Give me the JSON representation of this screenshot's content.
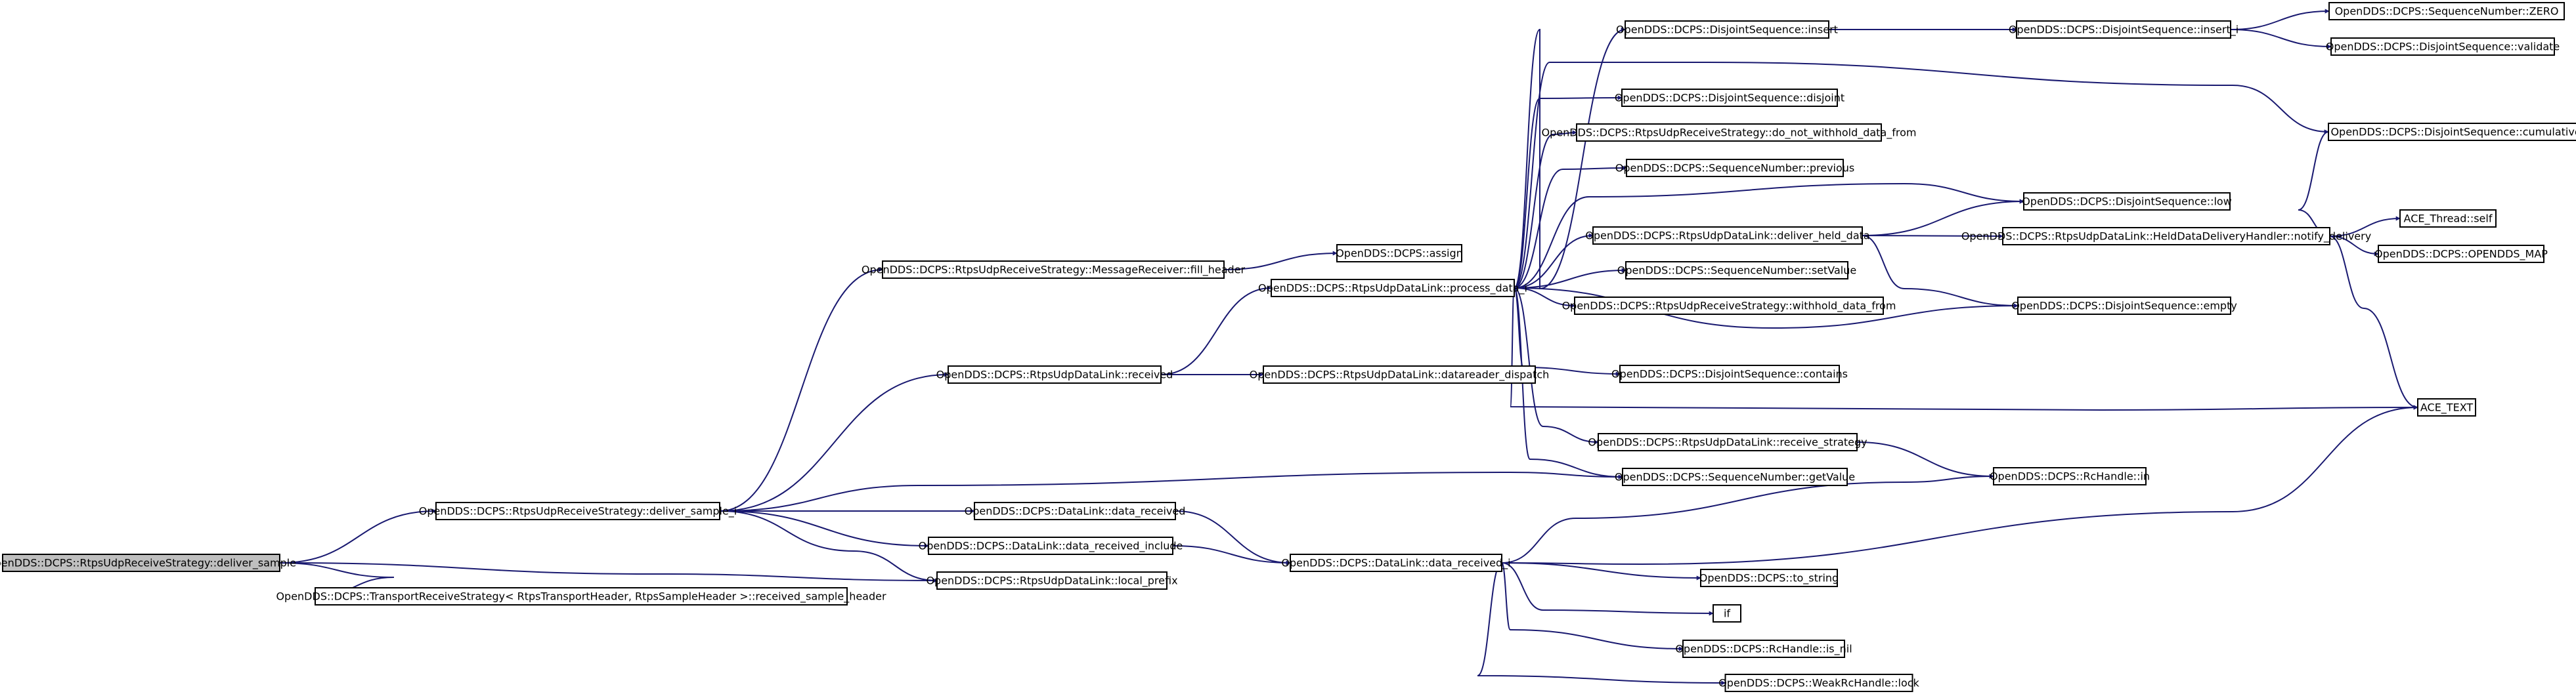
{
  "colors": {
    "edge": "#191970",
    "root_fill": "#bfbfbf",
    "node_fill": "#ffffff",
    "node_stroke": "#000000"
  },
  "nodes": [
    {
      "id": "deliver_sample",
      "label": "OpenDDS::DCPS::RtpsUdpReceiveStrategy::deliver_sample",
      "root": true
    },
    {
      "id": "received_sample_header",
      "label": "OpenDDS::DCPS::TransportReceiveStrategy< RtpsTransportHeader, RtpsSampleHeader >::received_sample_header"
    },
    {
      "id": "deliver_sample_i",
      "label": "OpenDDS::DCPS::RtpsUdpReceiveStrategy::deliver_sample_i"
    },
    {
      "id": "fill_header",
      "label": "OpenDDS::DCPS::RtpsUdpReceiveStrategy::MessageReceiver::fill_header"
    },
    {
      "id": "rtps_received",
      "label": "OpenDDS::DCPS::RtpsUdpDataLink::received"
    },
    {
      "id": "data_received",
      "label": "OpenDDS::DCPS::DataLink::data_received"
    },
    {
      "id": "data_received_include",
      "label": "OpenDDS::DCPS::DataLink::data_received_include"
    },
    {
      "id": "local_prefix",
      "label": "OpenDDS::DCPS::RtpsUdpDataLink::local_prefix"
    },
    {
      "id": "assign",
      "label": "OpenDDS::DCPS::assign"
    },
    {
      "id": "process_data_i",
      "label": "OpenDDS::DCPS::RtpsUdpDataLink::process_data_i"
    },
    {
      "id": "datareader_dispatch",
      "label": "OpenDDS::DCPS::RtpsUdpDataLink::datareader_dispatch"
    },
    {
      "id": "data_received_i",
      "label": "OpenDDS::DCPS::DataLink::data_received_i"
    },
    {
      "id": "ds_insert",
      "label": "OpenDDS::DCPS::DisjointSequence::insert"
    },
    {
      "id": "ds_disjoint",
      "label": "OpenDDS::DCPS::DisjointSequence::disjoint"
    },
    {
      "id": "do_not_withhold",
      "label": "OpenDDS::DCPS::RtpsUdpReceiveStrategy::do_not_withhold_data_from"
    },
    {
      "id": "sn_previous",
      "label": "OpenDDS::DCPS::SequenceNumber::previous"
    },
    {
      "id": "deliver_held_data",
      "label": "OpenDDS::DCPS::RtpsUdpDataLink::deliver_held_data"
    },
    {
      "id": "sn_setValue",
      "label": "OpenDDS::DCPS::SequenceNumber::setValue"
    },
    {
      "id": "withhold_data_from",
      "label": "OpenDDS::DCPS::RtpsUdpReceiveStrategy::withhold_data_from"
    },
    {
      "id": "ds_contains",
      "label": "OpenDDS::DCPS::DisjointSequence::contains"
    },
    {
      "id": "receive_strategy",
      "label": "OpenDDS::DCPS::RtpsUdpDataLink::receive_strategy"
    },
    {
      "id": "sn_getValue",
      "label": "OpenDDS::DCPS::SequenceNumber::getValue"
    },
    {
      "id": "to_string",
      "label": "OpenDDS::DCPS::to_string"
    },
    {
      "id": "if",
      "label": "if"
    },
    {
      "id": "is_nil",
      "label": "OpenDDS::DCPS::RcHandle::is_nil"
    },
    {
      "id": "weak_lock",
      "label": "OpenDDS::DCPS::WeakRcHandle::lock"
    },
    {
      "id": "ds_insert_i",
      "label": "OpenDDS::DCPS::DisjointSequence::insert_i"
    },
    {
      "id": "ds_low",
      "label": "OpenDDS::DCPS::DisjointSequence::low"
    },
    {
      "id": "notify_delivery",
      "label": "OpenDDS::DCPS::RtpsUdpDataLink::HeldDataDeliveryHandler::notify_delivery"
    },
    {
      "id": "ds_empty",
      "label": "OpenDDS::DCPS::DisjointSequence::empty"
    },
    {
      "id": "rc_in",
      "label": "OpenDDS::DCPS::RcHandle::in"
    },
    {
      "id": "sn_zero",
      "label": "OpenDDS::DCPS::SequenceNumber::ZERO"
    },
    {
      "id": "ds_validate",
      "label": "OpenDDS::DCPS::DisjointSequence::validate"
    },
    {
      "id": "ds_cumulative_ack",
      "label": "OpenDDS::DCPS::DisjointSequence::cumulative_ack"
    },
    {
      "id": "ace_thread_self",
      "label": "ACE_Thread::self"
    },
    {
      "id": "opendds_map",
      "label": "OpenDDS::DCPS::OPENDDS_MAP"
    },
    {
      "id": "ace_text",
      "label": "ACE_TEXT"
    }
  ],
  "edges": [
    [
      "deliver_sample",
      "deliver_sample_i"
    ],
    [
      "deliver_sample",
      "received_sample_header"
    ],
    [
      "deliver_sample",
      "local_prefix"
    ],
    [
      "deliver_sample_i",
      "fill_header"
    ],
    [
      "deliver_sample_i",
      "rtps_received"
    ],
    [
      "deliver_sample_i",
      "data_received"
    ],
    [
      "deliver_sample_i",
      "data_received_include"
    ],
    [
      "deliver_sample_i",
      "local_prefix"
    ],
    [
      "deliver_sample_i",
      "sn_getValue"
    ],
    [
      "fill_header",
      "assign"
    ],
    [
      "rtps_received",
      "process_data_i"
    ],
    [
      "rtps_received",
      "datareader_dispatch"
    ],
    [
      "data_received",
      "data_received_i"
    ],
    [
      "data_received_include",
      "data_received_i"
    ],
    [
      "process_data_i",
      "ds_insert"
    ],
    [
      "process_data_i",
      "ds_disjoint"
    ],
    [
      "process_data_i",
      "do_not_withhold"
    ],
    [
      "process_data_i",
      "sn_previous"
    ],
    [
      "process_data_i",
      "deliver_held_data"
    ],
    [
      "process_data_i",
      "sn_setValue"
    ],
    [
      "process_data_i",
      "withhold_data_from"
    ],
    [
      "process_data_i",
      "ds_contains"
    ],
    [
      "process_data_i",
      "receive_strategy"
    ],
    [
      "process_data_i",
      "sn_getValue"
    ],
    [
      "process_data_i",
      "ds_low"
    ],
    [
      "process_data_i",
      "ds_empty"
    ],
    [
      "process_data_i",
      "ds_cumulative_ack"
    ],
    [
      "process_data_i",
      "ace_text"
    ],
    [
      "ds_insert",
      "ds_insert_i"
    ],
    [
      "ds_insert_i",
      "sn_zero"
    ],
    [
      "ds_insert_i",
      "ds_validate"
    ],
    [
      "deliver_held_data",
      "notify_delivery"
    ],
    [
      "deliver_held_data",
      "ds_low"
    ],
    [
      "deliver_held_data",
      "ds_empty"
    ],
    [
      "notify_delivery",
      "ds_cumulative_ack"
    ],
    [
      "notify_delivery",
      "ace_thread_self"
    ],
    [
      "notify_delivery",
      "opendds_map"
    ],
    [
      "notify_delivery",
      "ace_text"
    ],
    [
      "receive_strategy",
      "rc_in"
    ],
    [
      "data_received_i",
      "to_string"
    ],
    [
      "data_received_i",
      "if"
    ],
    [
      "data_received_i",
      "is_nil"
    ],
    [
      "data_received_i",
      "weak_lock"
    ],
    [
      "data_received_i",
      "rc_in"
    ],
    [
      "data_received_i",
      "ace_text"
    ]
  ]
}
